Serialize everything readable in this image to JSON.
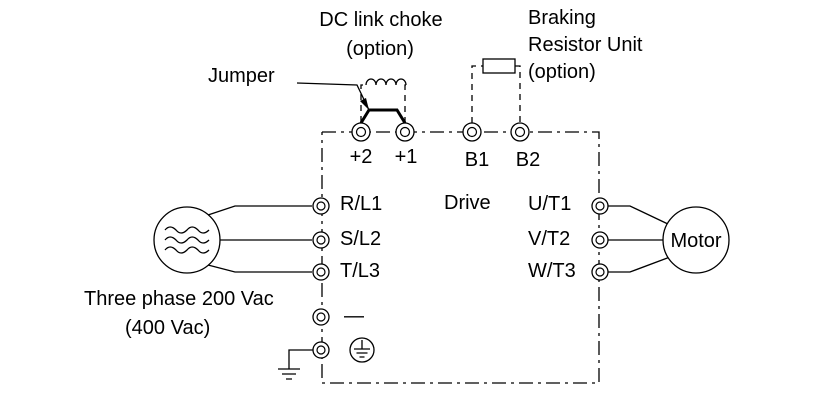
{
  "labels": {
    "dc_link_choke_line1": "DC link choke",
    "dc_link_choke_line2": "(option)",
    "braking_line1": "Braking",
    "braking_line2": "Resistor Unit",
    "braking_line3": "(option)",
    "jumper": "Jumper",
    "drive": "Drive",
    "motor": "Motor",
    "supply_line1": "Three phase 200 Vac",
    "supply_line2": "(400 Vac)",
    "dc_minus": "—"
  },
  "terminals": {
    "plus2": "+2",
    "plus1": "+1",
    "b1": "B1",
    "b2": "B2",
    "r_l1": "R/L1",
    "s_l2": "S/L2",
    "t_l3": "T/L3",
    "u_t1": "U/T1",
    "v_t2": "V/T2",
    "w_t3": "W/T3"
  }
}
